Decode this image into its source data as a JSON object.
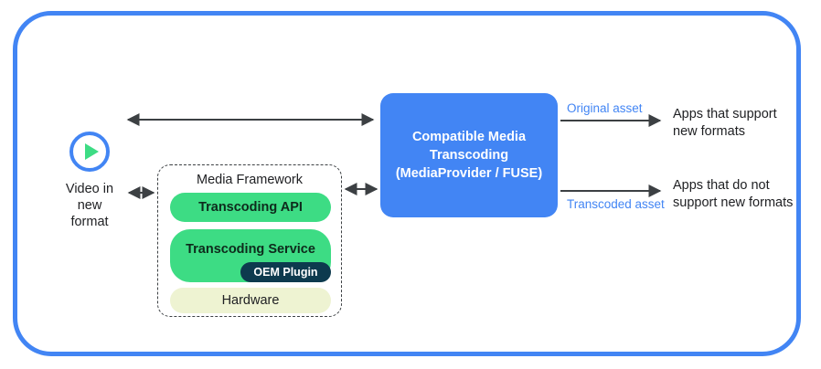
{
  "diagram": {
    "frame": {
      "border_color": "#4285f4"
    },
    "source": {
      "icon": "play-circle-icon",
      "label": "Video in\nnew\nformat"
    },
    "media_framework": {
      "title": "Media Framework",
      "layers": [
        {
          "name": "Transcoding API",
          "color": "#3ddc84"
        },
        {
          "name": "Transcoding Service",
          "color": "#3ddc84"
        },
        {
          "name": "Hardware",
          "color": "#eef3d2"
        }
      ],
      "plugin_badge": {
        "label": "OEM Plugin",
        "color": "#0d3a4e"
      }
    },
    "center_box": {
      "label": "Compatible Media\nTranscoding\n(MediaProvider / FUSE)",
      "color": "#4285f4"
    },
    "outputs": [
      {
        "asset_label": "Original asset",
        "asset_label_color": "#4285f4",
        "consumer_label": "Apps that support\nnew formats"
      },
      {
        "asset_label": "Transcoded asset",
        "asset_label_color": "#4285f4",
        "consumer_label": "Apps that do not\nsupport new formats"
      }
    ],
    "connectors": [
      {
        "name": "source-to-center-long",
        "style": "double-arrow"
      },
      {
        "name": "source-to-framework",
        "style": "double-arrow"
      },
      {
        "name": "framework-to-center",
        "style": "double-arrow"
      },
      {
        "name": "center-to-apps-support",
        "style": "single-arrow"
      },
      {
        "name": "center-to-apps-nosupport",
        "style": "single-arrow"
      }
    ]
  }
}
